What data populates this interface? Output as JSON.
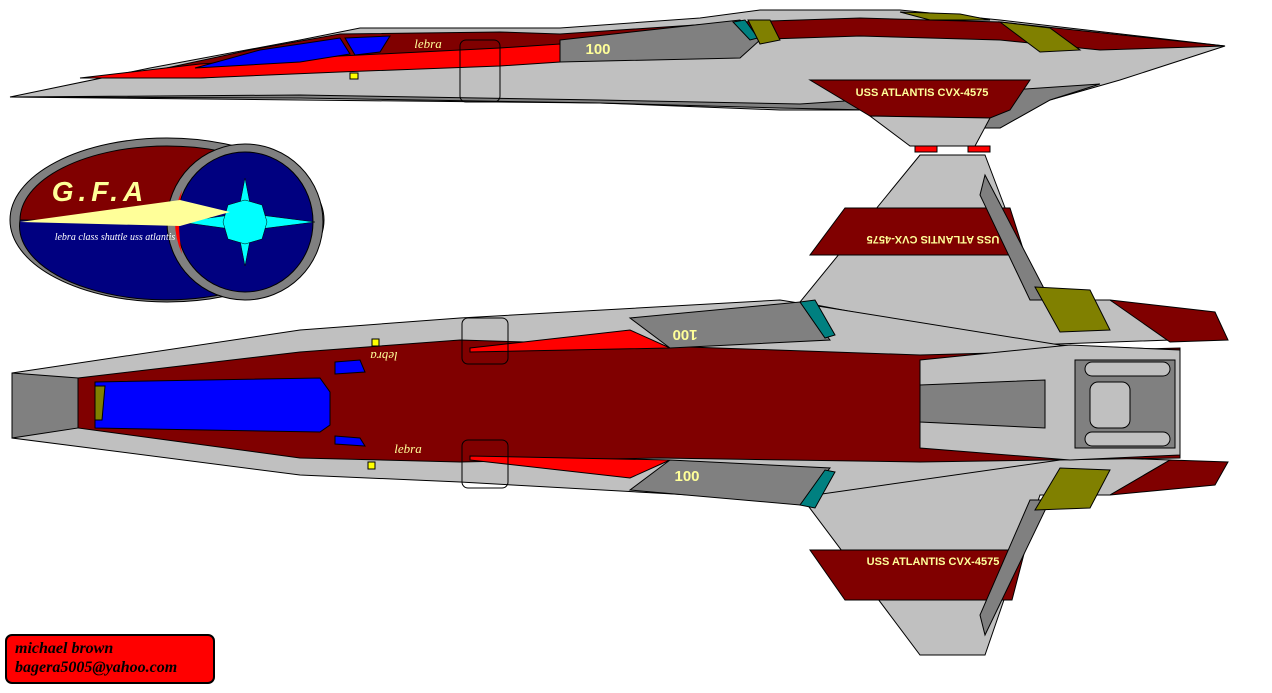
{
  "side_view": {
    "registry": "USS ATLANTIS CVX-4575",
    "number": "100",
    "class_name": "lebra"
  },
  "top_view": {
    "registry_top": "USS ATLANTIS CVX-4575",
    "registry_bottom": "USS ATLANTIS CVX-4575",
    "number_top": "100",
    "number_bottom": "100",
    "class_name_top": "lebra",
    "class_name_bottom": "lebra"
  },
  "emblem": {
    "title": "G.F.A",
    "caption": "lebra class shuttle uss atlantis"
  },
  "credit": {
    "author": "michael brown",
    "email": "bagera5005@yahoo.com"
  },
  "colors": {
    "hull_gray": "#c0c0c0",
    "dark_gray": "#808080",
    "maroon": "#800000",
    "red": "#ff0000",
    "blue": "#0000ff",
    "navy": "#000080",
    "olive": "#808000",
    "teal": "#008080",
    "cyan": "#00ffff",
    "pale_yellow": "#ffff99"
  }
}
